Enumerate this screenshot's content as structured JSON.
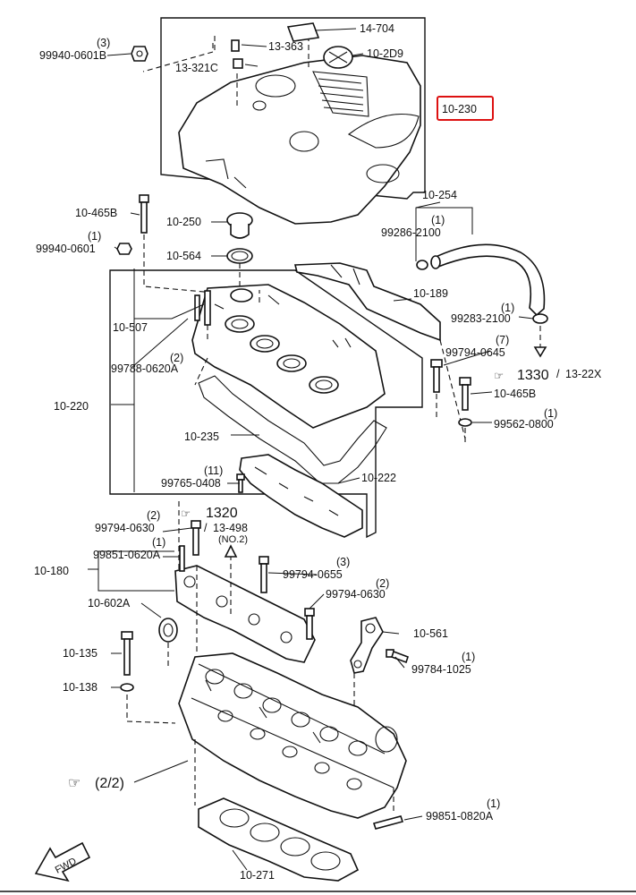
{
  "labels": {
    "p_99940_0601B_qty": "(3)",
    "p_99940_0601B": "99940-0601B",
    "p_14_704": "14-704",
    "p_13_363": "13-363",
    "p_13_321C": "13-321C",
    "p_10_2D9": "10-2D9",
    "p_10_230": "10-230",
    "p_10_465B_top": "10-465B",
    "p_99940_0601_qty": "(1)",
    "p_99940_0601": "99940-0601",
    "p_10_250": "10-250",
    "p_10_564": "10-564",
    "p_10_254": "10-254",
    "p_99286_2100_qty": "(1)",
    "p_99286_2100": "99286-2100",
    "p_10_189": "10-189",
    "p_99283_2100_qty": "(1)",
    "p_99283_2100": "99283-2100",
    "p_10_507": "10-507",
    "p_99788_0620A_qty": "(2)",
    "p_99788_0620A": "99788-0620A",
    "p_99794_0645_qty": "(7)",
    "p_99794_0645": "99794-0645",
    "ref_1330": "1330",
    "ref_13_22X": "13-22X",
    "p_10_465B_mid": "10-465B",
    "p_99562_0800_qty": "(1)",
    "p_99562_0800": "99562-0800",
    "p_10_220": "10-220",
    "p_10_235": "10-235",
    "p_99765_0408_qty": "(11)",
    "p_99765_0408": "99765-0408",
    "p_10_222": "10-222",
    "p_99794_0630_qty": "(2)",
    "p_99794_0630": "99794-0630",
    "ref_1320": "1320",
    "ref_13_498": "13-498",
    "ref_13_498_no": "(NO.2)",
    "p_99851_0620A_qty": "(1)",
    "p_99851_0620A": "99851-0620A",
    "p_10_180": "10-180",
    "p_99794_0655_qty": "(3)",
    "p_99794_0655": "99794-0655",
    "p_99794_0630b_qty": "(2)",
    "p_99794_0630b": "99794-0630",
    "p_10_602A": "10-602A",
    "p_10_561": "10-561",
    "p_10_135": "10-135",
    "p_99784_1025_qty": "(1)",
    "p_99784_1025": "99784-1025",
    "p_10_138": "10-138",
    "ref_2_2": "(2/2)",
    "p_99851_0820A_qty": "(1)",
    "p_99851_0820A": "99851-0820A",
    "p_10_271": "10-271",
    "fwd": "FWD"
  },
  "colors": {
    "highlight": "#d11111",
    "ink": "#111111"
  }
}
